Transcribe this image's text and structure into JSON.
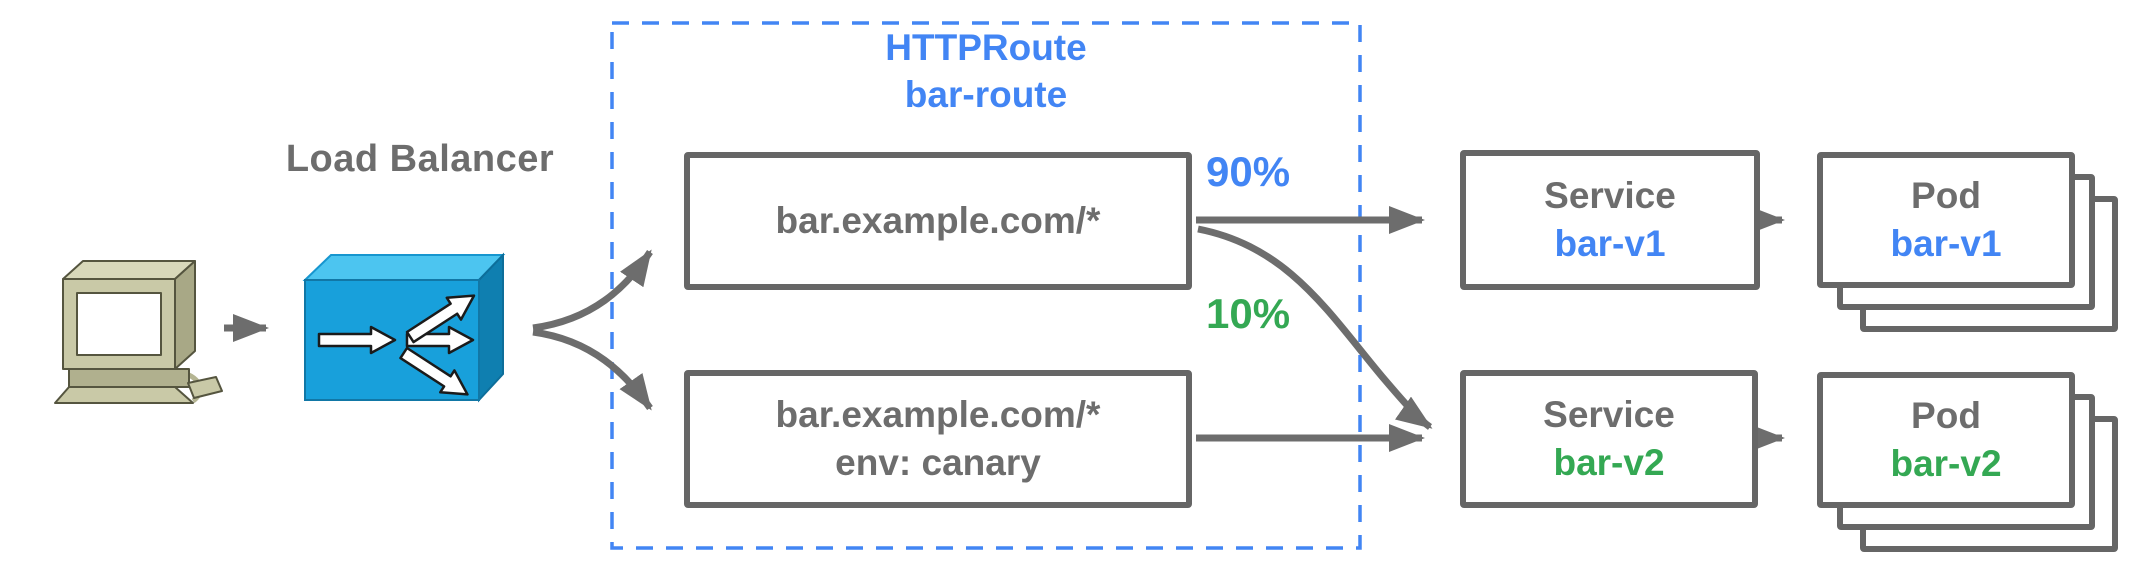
{
  "diagram": {
    "load_balancer": {
      "label": "Load Balancer"
    },
    "httproute": {
      "kind": "HTTPRoute",
      "name": "bar-route",
      "rules": [
        {
          "match": "bar.example.com/*",
          "match_line2": ""
        },
        {
          "match": "bar.example.com/*",
          "match_line2": "env: canary"
        }
      ]
    },
    "weights": {
      "primary": "90%",
      "canary": "10%"
    },
    "services": [
      {
        "type_label": "Service",
        "name": "bar-v1"
      },
      {
        "type_label": "Service",
        "name": "bar-v2"
      }
    ],
    "pods": [
      {
        "type_label": "Pod",
        "name": "bar-v1"
      },
      {
        "type_label": "Pod",
        "name": "bar-v2"
      }
    ],
    "colors": {
      "accent_blue": "#4285F4",
      "accent_green": "#34A853",
      "text_gray": "#6d6d6d",
      "border_gray": "#666666",
      "lb_front_blue": "#18A0DB",
      "lb_top_blue": "#4CC5F0",
      "lb_side_blue": "#0F7FB0"
    }
  }
}
